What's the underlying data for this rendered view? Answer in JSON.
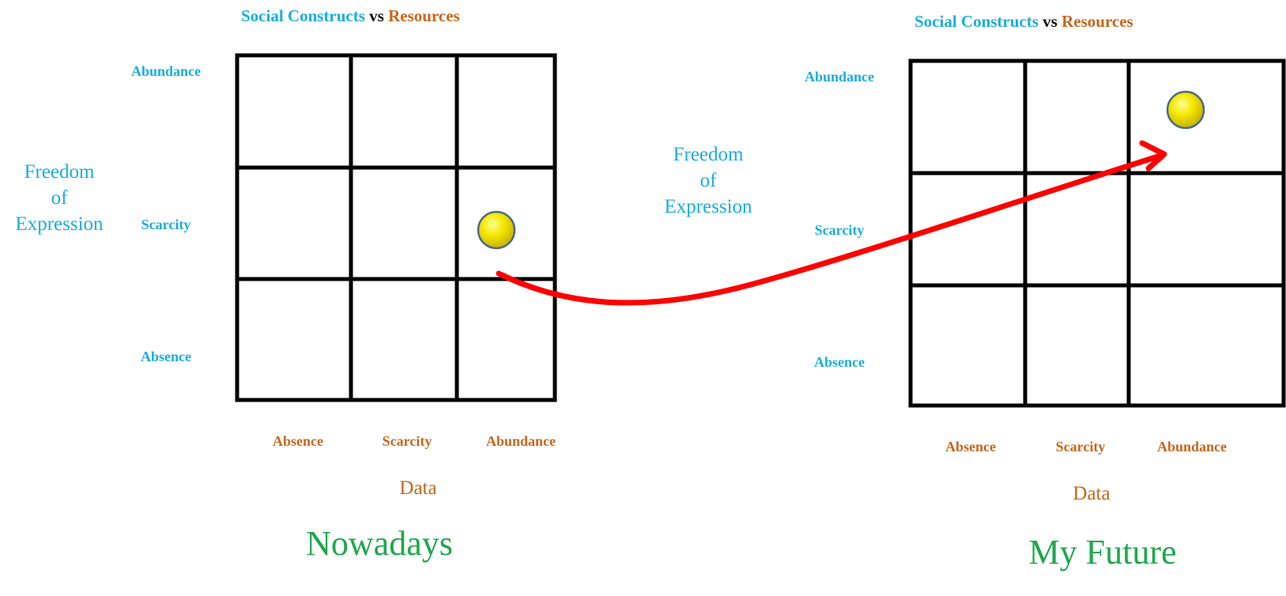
{
  "colors": {
    "social": "#1aaee0",
    "resource": "#c8661e",
    "vs": "#111111",
    "caption": "#1ea84c",
    "grid": "#000000",
    "arrow": "#ff0000",
    "dot": "#f5e800"
  },
  "vs_word": "vs",
  "panels": [
    {
      "title_social": "Social Constructs",
      "title_resources": "Resources",
      "y_axis_label": [
        "Freedom",
        "of",
        "Expression"
      ],
      "y_levels": [
        "Abundance",
        "Scarcity",
        "Absence"
      ],
      "x_levels": [
        "Absence",
        "Scarcity",
        "Abundance"
      ],
      "x_axis_label": "Data",
      "caption": "Nowadays",
      "dot": {
        "x": "Abundance",
        "y": "Scarcity"
      }
    },
    {
      "title_social": "Social Constructs",
      "title_resources": "Resources",
      "y_axis_label": [
        "Freedom",
        "of",
        "Expression"
      ],
      "y_levels": [
        "Abundance",
        "Scarcity",
        "Absence"
      ],
      "x_levels": [
        "Absence",
        "Scarcity",
        "Abundance"
      ],
      "x_axis_label": "Data",
      "caption": "My Future",
      "dot": {
        "x": "Abundance",
        "y": "Abundance"
      }
    }
  ]
}
